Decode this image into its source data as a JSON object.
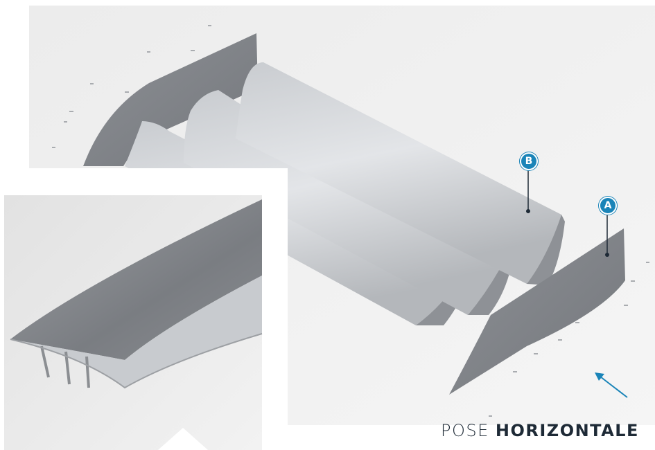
{
  "callouts": {
    "a": "A",
    "b": "B"
  },
  "caption": {
    "light": "POSE ",
    "bold": "HORIZONTALE"
  },
  "colors": {
    "accent": "#1a84b8",
    "caption_text": "#1e2a36",
    "background": "#ebebeb"
  },
  "icons": {
    "arrow": "direction-arrow-icon"
  }
}
